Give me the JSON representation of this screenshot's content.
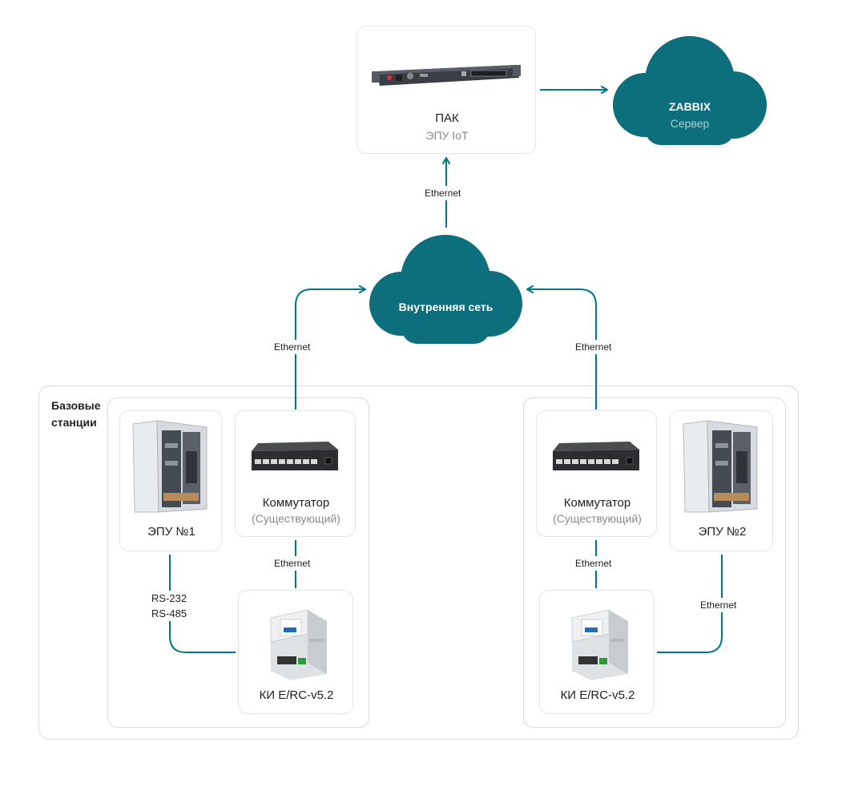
{
  "colors": {
    "accent": "#007684",
    "cloud": "#0d6f7c",
    "border": "#d9d9d9",
    "muted": "#8a8a8a"
  },
  "pak": {
    "title": "ПАК",
    "subtitle": "ЭПУ IoT",
    "icon": "rack-server-icon"
  },
  "zabbix": {
    "title": "ZABBIX",
    "subtitle": "Сервер",
    "icon": "cloud-icon"
  },
  "internal_net": {
    "title": "Внутренняя сеть",
    "icon": "cloud-icon"
  },
  "base_stations": {
    "title_line1": "Базовые",
    "title_line2": "станции"
  },
  "left_station": {
    "epu": {
      "label": "ЭПУ №1",
      "icon": "power-cabinet-icon"
    },
    "switch": {
      "label": "Коммутатор",
      "sublabel": "(Существующий)",
      "icon": "network-switch-icon"
    },
    "ki": {
      "label": "КИ E/RC-v5.2",
      "icon": "din-rail-module-icon"
    },
    "serial_line1": "RS-232",
    "serial_line2": "RS-485"
  },
  "right_station": {
    "epu": {
      "label": "ЭПУ №2",
      "icon": "power-cabinet-icon"
    },
    "switch": {
      "label": "Коммутатор",
      "sublabel": "(Существующий)",
      "icon": "network-switch-icon"
    },
    "ki": {
      "label": "КИ E/RC-v5.2",
      "icon": "din-rail-module-icon"
    }
  },
  "link_labels": {
    "pak_link": "Ethernet",
    "left_up": "Ethernet",
    "right_up": "Ethernet",
    "left_switch_ki": "Ethernet",
    "right_switch_ki": "Ethernet",
    "right_epu_ki": "Ethernet"
  }
}
